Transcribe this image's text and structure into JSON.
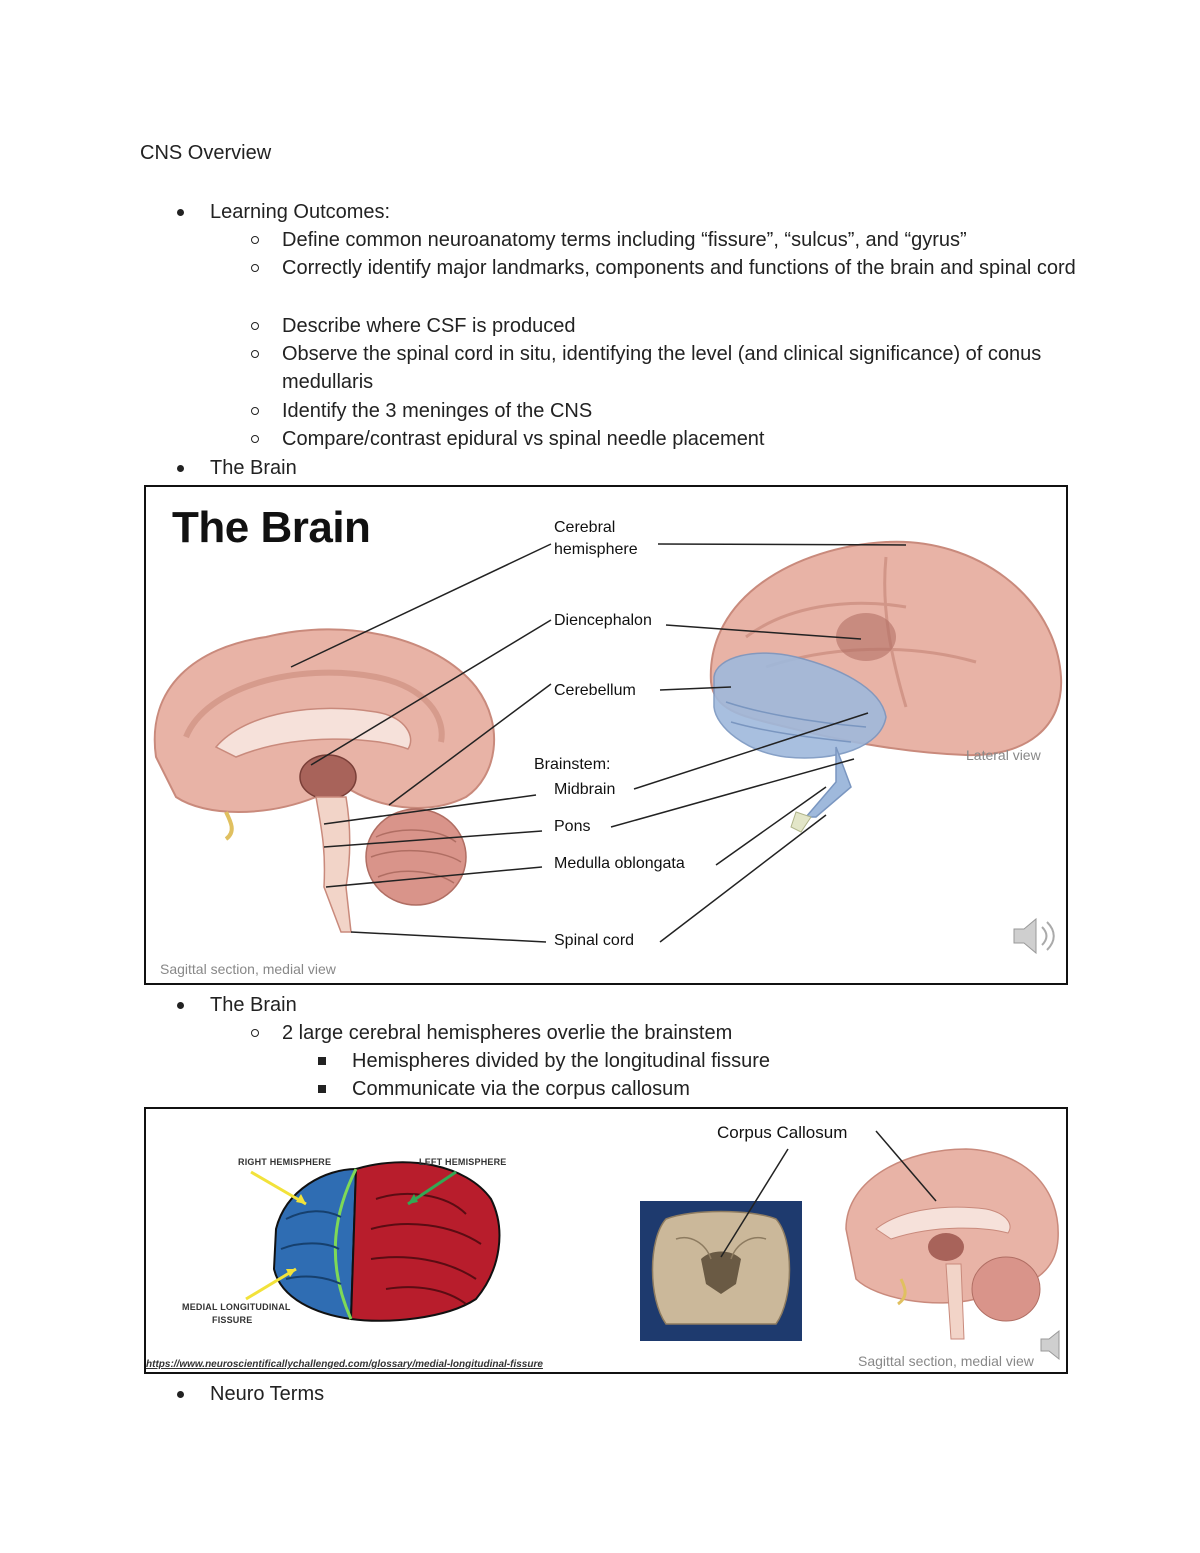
{
  "document": {
    "title": "CNS Overview",
    "learning_outcomes": {
      "label": "Learning Outcomes:",
      "items": [
        "Define common neuroanatomy terms including “fissure”, “sulcus”, and “gyrus”",
        "Correctly identify major landmarks, components and functions of the brain and spinal cord",
        "Describe where CSF is produced",
        "Observe the spinal cord in situ, identifying the level (and clinical significance) of conus medullaris",
        "Identify the 3 meninges of the CNS",
        "Compare/contrast epidural vs spinal needle placement"
      ]
    },
    "brain_bullet_1": "The Brain",
    "brain_bullet_2": "The Brain",
    "brain_sub": "2 large cerebral hemispheres overlie the brainstem",
    "brain_sub_items": [
      "Hemispheres divided by the longitudinal fissure",
      "Communicate via the corpus callosum"
    ],
    "neuro_terms": "Neuro Terms"
  },
  "figure1": {
    "title": "The Brain",
    "labels": {
      "cerebral": "Cerebral",
      "hemisphere": "hemisphere",
      "diencephalon": "Diencephalon",
      "cerebellum": "Cerebellum",
      "brainstem": "Brainstem:",
      "midbrain": "Midbrain",
      "pons": "Pons",
      "medulla": "Medulla oblongata",
      "spinal_cord": "Spinal cord"
    },
    "lateral_view": "Lateral view",
    "sagittal_caption": "Sagittal section, medial view",
    "colors": {
      "cortex": "#e8b3a6",
      "gyri": "#c98a7c",
      "brainstem_blue": "#9fb9dc",
      "caption": "#888888"
    }
  },
  "figure2": {
    "right_hemisphere": "RIGHT HEMISPHERE",
    "left_hemisphere": "LEFT HEMISPHERE",
    "medial_fissure_1": "MEDIAL LONGITUDINAL",
    "medial_fissure_2": "FISSURE",
    "corpus_callosum": "Corpus Callosum",
    "sagittal_caption": "Sagittal section, medial view",
    "url": "https://www.neuroscientificallychallenged.com/glossary/medial-longitudinal-fissure",
    "colors": {
      "right": "#2f6db3",
      "left": "#b81d2c",
      "fissure": "#7ed957",
      "arrow_yellow": "#f2e23a",
      "arrow_green": "#33a853",
      "coronal_bg": "#1e3a6e"
    }
  }
}
